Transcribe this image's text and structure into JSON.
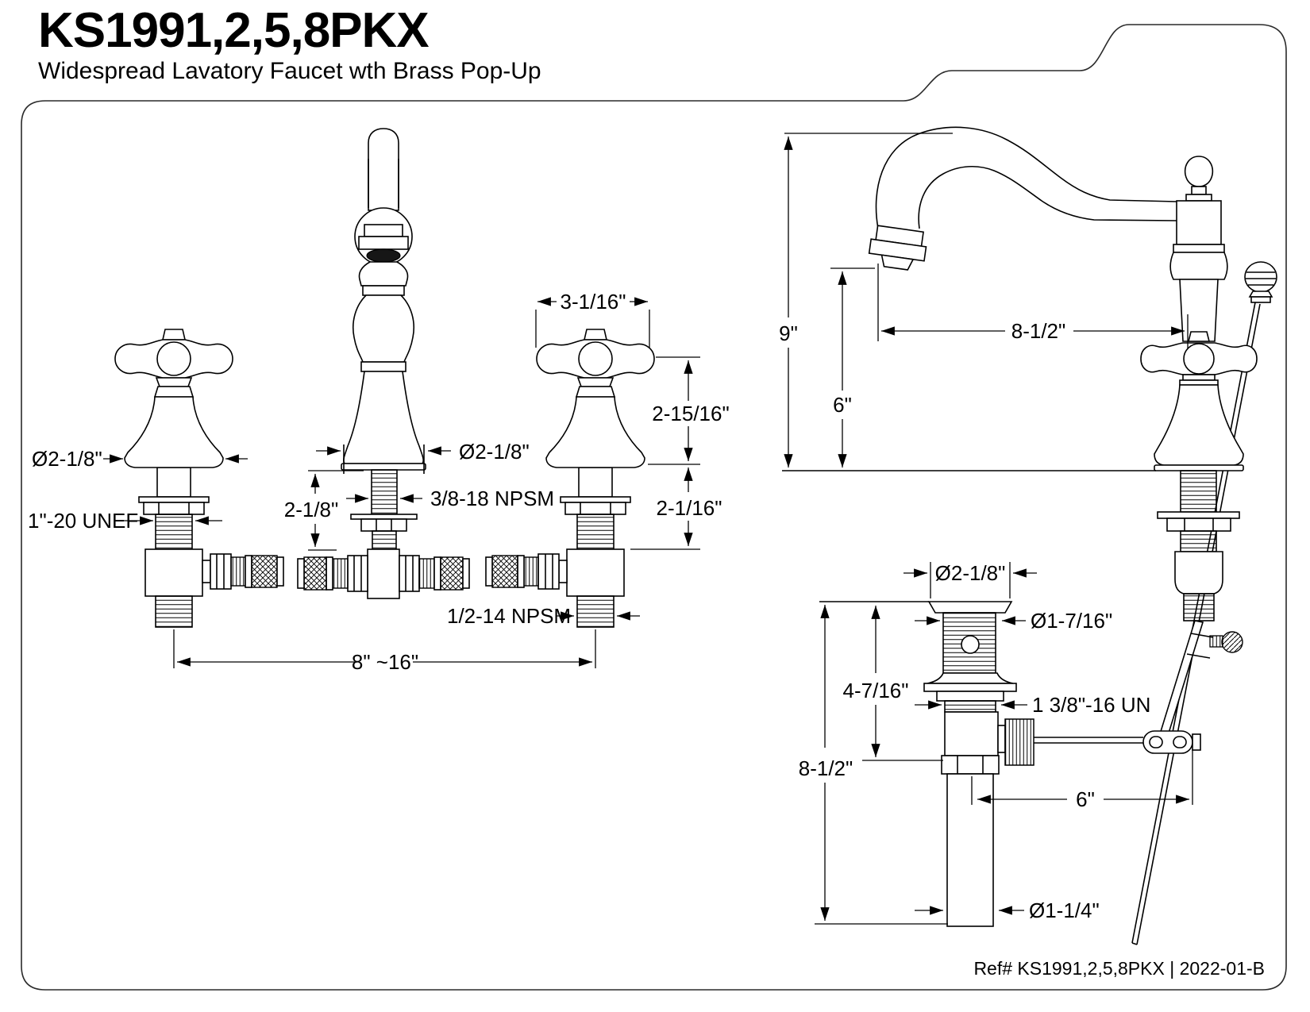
{
  "header": {
    "model": "KS1991,2,5,8PKX",
    "subtitle": "Widespread Lavatory Faucet wth Brass Pop-Up"
  },
  "front_view": {
    "dim_handle_width": "3-1/16\"",
    "dim_handle_height": "2-15/16\"",
    "dim_escutcheon_diameter": "Ø2-1/8\"",
    "dim_handle_shank_thread": "1\"-20 UNEF",
    "dim_spout_base_diameter": "Ø2-1/8\"",
    "dim_spout_shank_length": "2-1/8\"",
    "dim_spout_shank_thread": "3/8-18 NPSM",
    "dim_below_deck": "2-1/16\"",
    "dim_outlet_thread": "1/2-14 NPSM",
    "dim_spread": "8\" ~16\""
  },
  "side_view": {
    "dim_spout_height": "9\"",
    "dim_outlet_height": "6\"",
    "dim_spout_reach": "8-1/2\"",
    "drain": {
      "dim_flange_diameter": "Ø2-1/8\"",
      "dim_throat_diameter": "Ø1-7/16\"",
      "dim_body_length": "4-7/16\"",
      "dim_thread": "1 3/8\"-16 UN",
      "dim_overall_length": "8-1/2\"",
      "dim_rod_offset": "6\"",
      "dim_tailpiece_diameter": "Ø1-1/4\""
    }
  },
  "footer": {
    "ref": "Ref# KS1991,2,5,8PKX | 2022-01-B"
  }
}
